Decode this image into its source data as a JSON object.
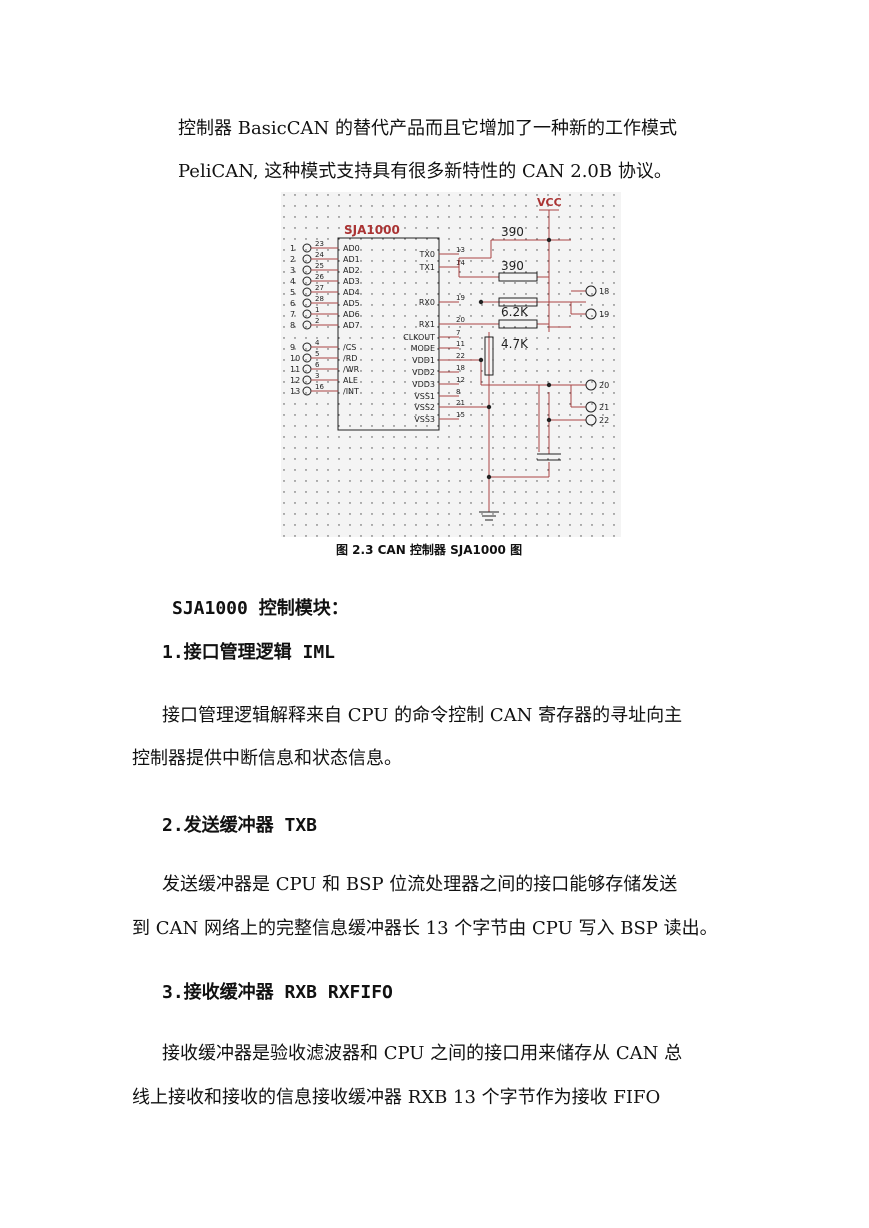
{
  "intro": {
    "line1": "控制器 BasicCAN 的替代产品而且它增加了一种新的工作模式",
    "line2": "PeliCAN, 这种模式支持具有很多新特性的 CAN 2.0B 协议。"
  },
  "figure": {
    "chip_name": "SJA1000",
    "vcc": "VCC",
    "left_pins": [
      {
        "n": "1",
        "p": "23",
        "label": "AD0"
      },
      {
        "n": "2",
        "p": "24",
        "label": "AD1"
      },
      {
        "n": "3",
        "p": "25",
        "label": "AD2"
      },
      {
        "n": "4",
        "p": "26",
        "label": "AD3"
      },
      {
        "n": "5",
        "p": "27",
        "label": "AD4"
      },
      {
        "n": "6",
        "p": "28",
        "label": "AD5"
      },
      {
        "n": "7",
        "p": "1",
        "label": "AD6"
      },
      {
        "n": "8",
        "p": "2",
        "label": "AD7"
      },
      {
        "n": "9",
        "p": "4",
        "label": "/CS"
      },
      {
        "n": "10",
        "p": "5",
        "label": "/RD"
      },
      {
        "n": "11",
        "p": "6",
        "label": "/WR"
      },
      {
        "n": "12",
        "p": "3",
        "label": "ALE"
      },
      {
        "n": "13",
        "p": "16",
        "label": "/INT"
      }
    ],
    "right_pins": [
      {
        "p": "13",
        "label": "TX0"
      },
      {
        "p": "14",
        "label": "TX1"
      },
      {
        "p": "19",
        "label": "RX0"
      },
      {
        "p": "20",
        "label": "RX1"
      },
      {
        "p": "7",
        "label": "CLKOUT"
      },
      {
        "p": "11",
        "label": "MODE"
      },
      {
        "p": "22",
        "label": "VDD1"
      },
      {
        "p": "18",
        "label": "VDD2"
      },
      {
        "p": "12",
        "label": "VDD3"
      },
      {
        "p": "8",
        "label": "VSS1"
      },
      {
        "p": "21",
        "label": "VSS2"
      },
      {
        "p": "15",
        "label": "VSS3"
      }
    ],
    "resistors": [
      "390",
      "390",
      "6.2K",
      "4.7K"
    ],
    "terminals": [
      "18",
      "19",
      "20",
      "21",
      "22"
    ],
    "caption": "图 2.3 CAN 控制器 SJA1000 图"
  },
  "section_title": "SJA1000 控制模块：",
  "sections": [
    {
      "heading": "1.接口管理逻辑 IML",
      "lines": [
        "接口管理逻辑解释来自 CPU 的命令控制 CAN 寄存器的寻址向主",
        "控制器提供中断信息和状态信息。"
      ]
    },
    {
      "heading": "2.发送缓冲器 TXB",
      "lines": [
        "发送缓冲器是 CPU 和 BSP 位流处理器之间的接口能够存储发送",
        "到 CAN 网络上的完整信息缓冲器长 13 个字节由 CPU 写入 BSP 读出。"
      ]
    },
    {
      "heading": "3.接收缓冲器 RXB RXFIFO",
      "lines": [
        "接收缓冲器是验收滤波器和 CPU 之间的接口用来储存从 CAN 总",
        "线上接收和接收的信息接收缓冲器 RXB 13 个字节作为接收 FIFO"
      ]
    }
  ]
}
